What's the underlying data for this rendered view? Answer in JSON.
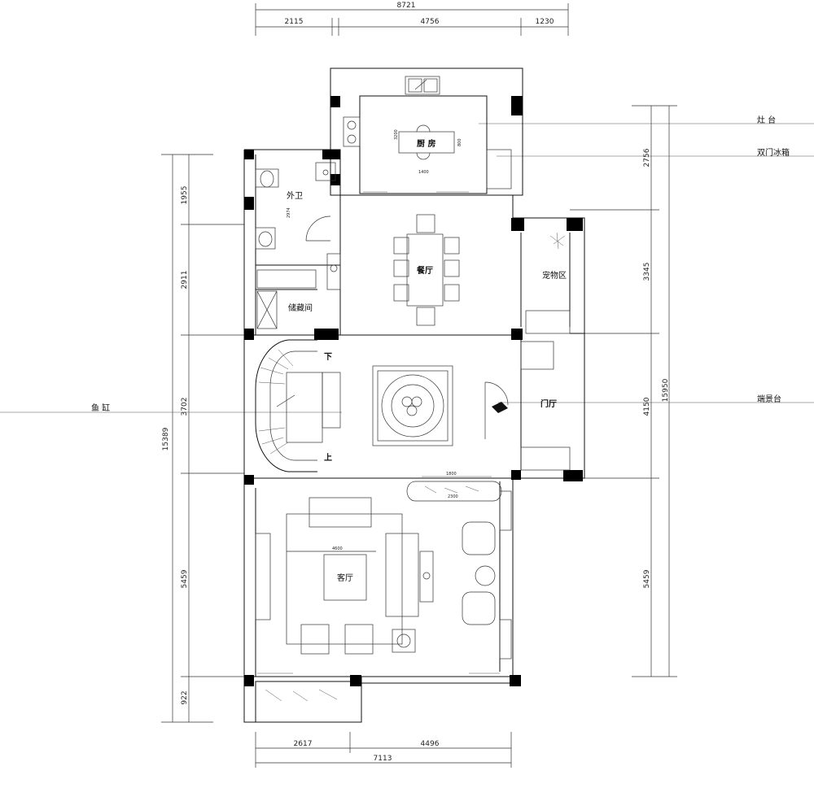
{
  "dimensions": {
    "top_total": "8721",
    "top_segments": [
      "2115",
      "4756",
      "1230"
    ],
    "left_total": "15389",
    "left_segments": [
      "1955",
      "2911",
      "3702",
      "5459",
      "922"
    ],
    "right_total": "15950",
    "right_segments": [
      "2756",
      "3345",
      "4150",
      "5459"
    ],
    "bottom_total": "7113",
    "bottom_segments": [
      "2617",
      "4496"
    ],
    "inner": {
      "kitchen_width": "1400",
      "kitchen_height": "3200",
      "kitchen_table": "800",
      "bath_height": "2974",
      "foyer_window": "1800",
      "console": "2300",
      "living_rug": "4600"
    }
  },
  "rooms": {
    "kitchen": "厨 房",
    "dining": "餐厅",
    "bathroom": "外卫",
    "storage": "储藏间",
    "pet_area": "宠物区",
    "foyer": "门厅",
    "living": "客厅",
    "stair_down": "下",
    "stair_up": "上"
  },
  "callouts": {
    "stove": "灶 台",
    "fridge": "双门冰箱",
    "aquarium": "鱼 缸",
    "niche": "端景台"
  }
}
